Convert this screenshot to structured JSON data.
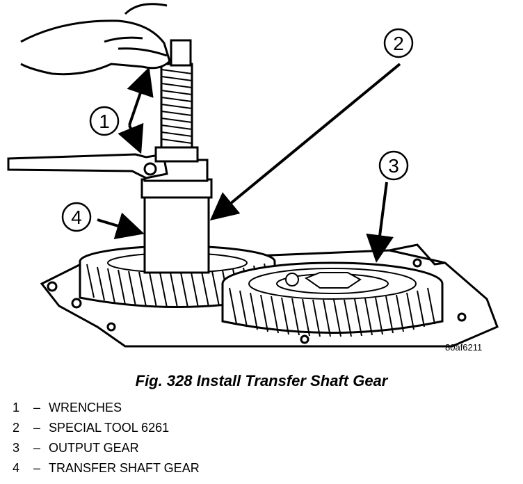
{
  "figure": {
    "caption": "Fig. 328 Install Transfer Shaft Gear",
    "image_code": "80af6211"
  },
  "callouts": [
    {
      "number": "1",
      "label": "WRENCHES"
    },
    {
      "number": "2",
      "label": "SPECIAL TOOL 6261"
    },
    {
      "number": "3",
      "label": "OUTPUT GEAR"
    },
    {
      "number": "4",
      "label": "TRANSFER SHAFT GEAR"
    }
  ],
  "legend_separator": "–"
}
